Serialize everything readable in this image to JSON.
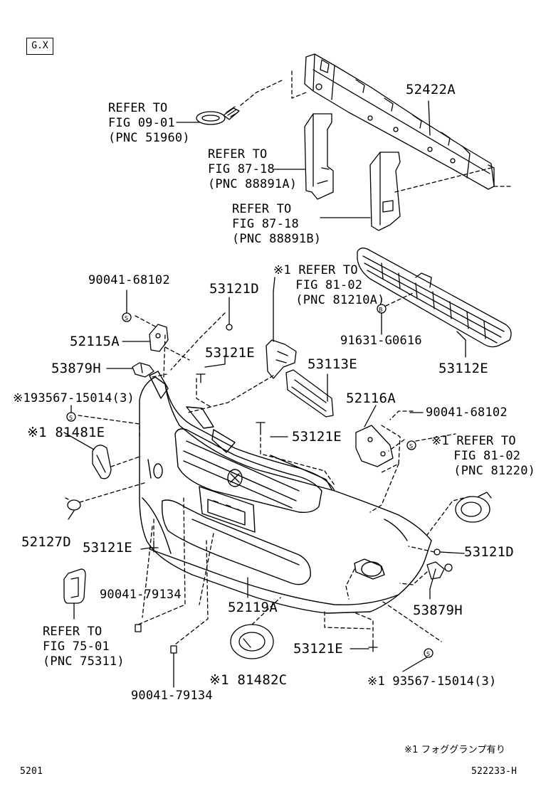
{
  "header": {
    "grade_box": "G.X"
  },
  "labels": {
    "l_52422A": "52422A",
    "l_refer_0901": "REFER TO\nFIG 09-01\n(PNC 51960)",
    "l_refer_8718a": "REFER TO\nFIG 87-18\n(PNC 88891A)",
    "l_refer_8718b": "REFER TO\nFIG 87-18\n(PNC 88891B)",
    "l_90041_68102_a": "90041-68102",
    "l_53121D_a": "53121D",
    "l_refer_8102a": "※1 REFER TO\n   FIG 81-02\n   (PNC 81210A)",
    "l_52115A": "52115A",
    "l_91631": "91631-G0616",
    "l_53121E_a": "53121E",
    "l_53879H_a": "53879H",
    "l_53113E": "53113E",
    "l_53112E": "53112E",
    "l_93567_a": "※193567-15014(3)",
    "l_52116A": "52116A",
    "l_90041_68102_b": "90041-68102",
    "l_81481E": "※1 81481E",
    "l_53121E_b": "53121E",
    "l_refer_8102b": "※1 REFER TO\n   FIG 81-02\n   (PNC 81220)",
    "l_52127D": "52127D",
    "l_53121E_c": "53121E",
    "l_53121D_b": "53121D",
    "l_90041_79134_a": "90041-79134",
    "l_52119A": "52119A",
    "l_53879H_b": "53879H",
    "l_refer_7501": "REFER TO\nFIG 75-01\n(PNC 75311)",
    "l_53121E_d": "53121E",
    "l_81482C": "※1 81482C",
    "l_93567_b": "※1 93567-15014(3)",
    "l_90041_79134_b": "90041-79134"
  },
  "footer": {
    "note": "※1 フォググランプ有り",
    "page_code": "5201",
    "figure_code": "522233-H"
  }
}
